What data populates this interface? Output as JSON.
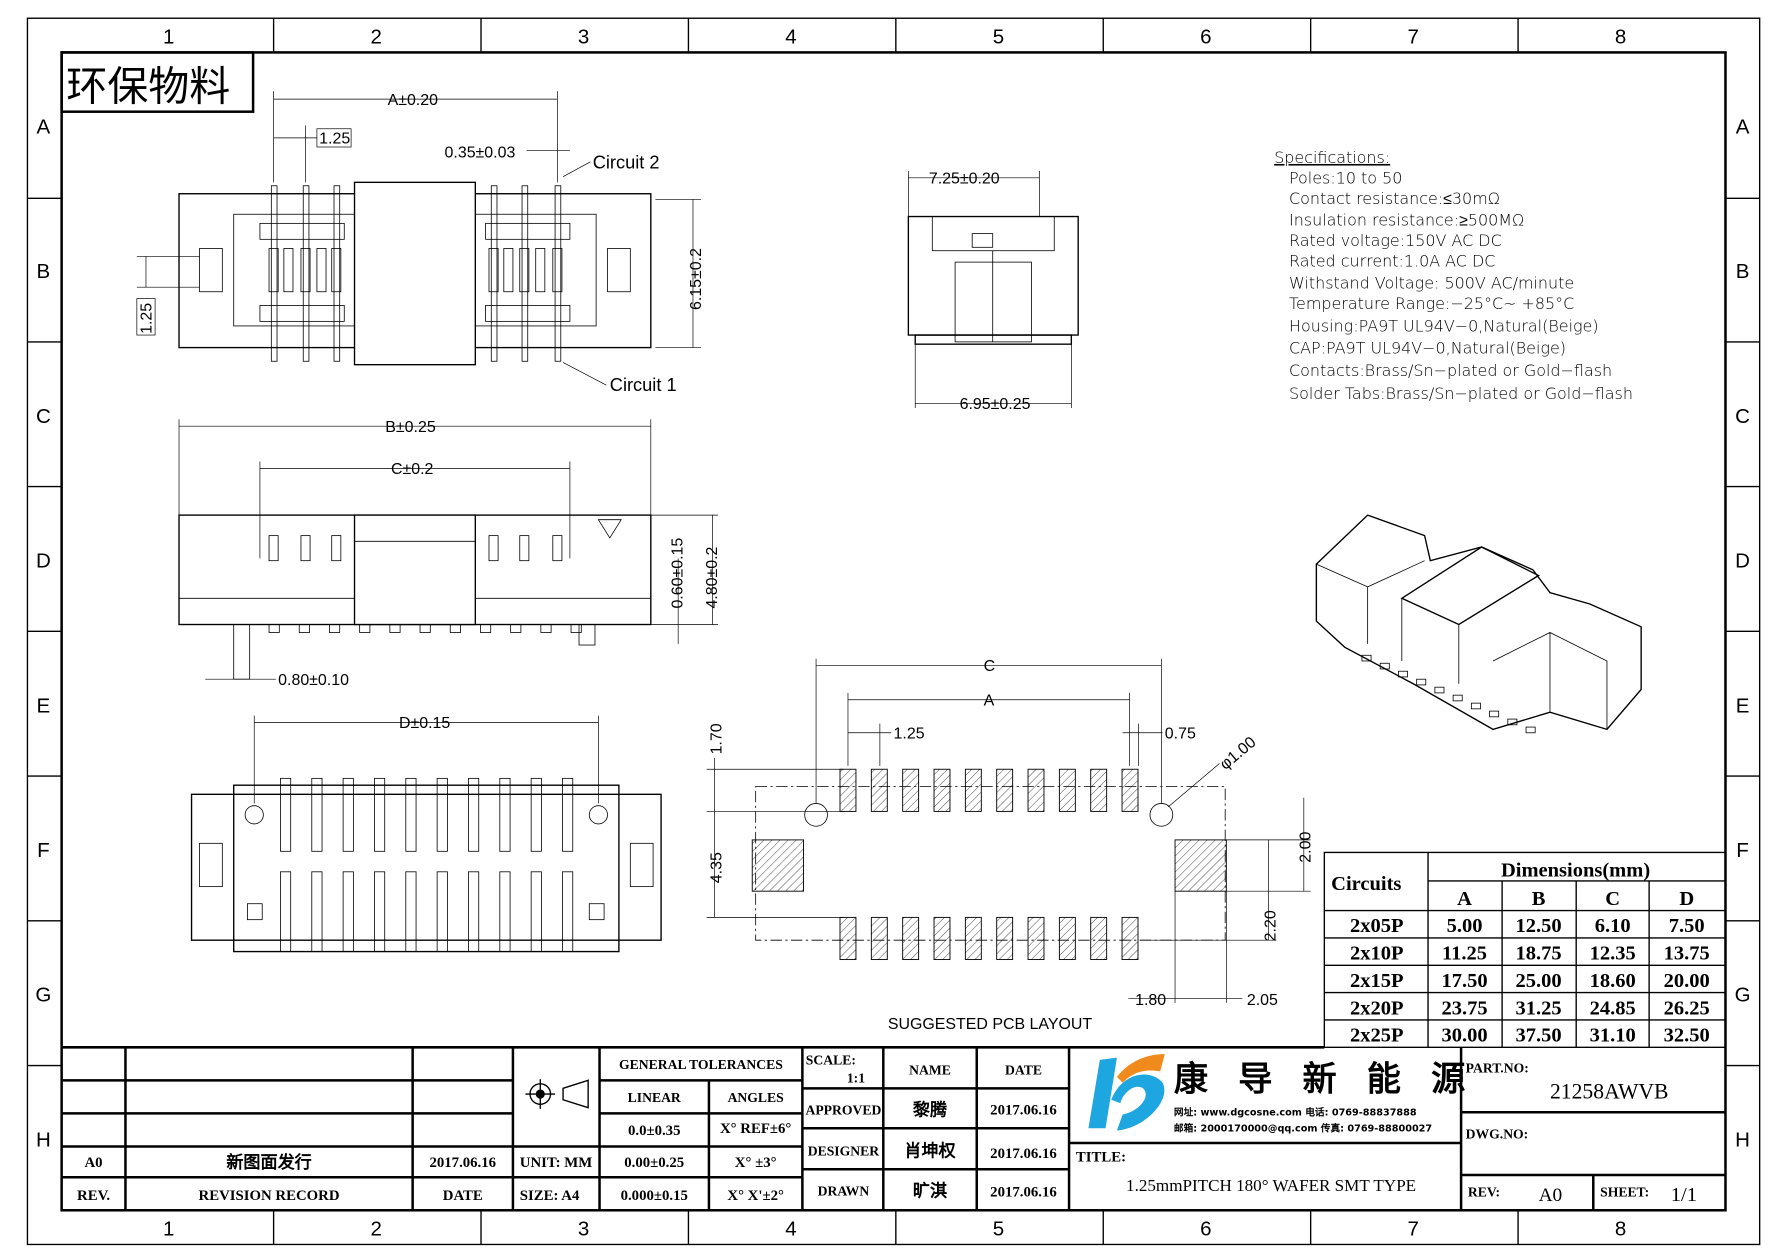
{
  "stamp": "环保物料",
  "grid": {
    "columns": [
      "1",
      "2",
      "3",
      "4",
      "5",
      "6",
      "7",
      "8"
    ],
    "rows": [
      "A",
      "B",
      "C",
      "D",
      "E",
      "F",
      "G",
      "H"
    ]
  },
  "dimensions": {
    "a_tol": "A±0.20",
    "pitch_top": "1.25",
    "pin_width": "0.35±0.03",
    "circuit2": "Circuit  2",
    "circuit1": "Circuit  1",
    "height_top": "6.15±0.2",
    "pitch_left": "1.25",
    "side_width_top": "7.25±0.20",
    "side_width_bottom": "6.95±0.25",
    "b_tol": "B±0.25",
    "c_tol": "C±0.2",
    "pin_height": "0.60±0.15",
    "total_height": "4.80±0.2",
    "foot": "0.80±0.10",
    "d_tol": "D±0.15"
  },
  "pcb": {
    "c": "C",
    "a": "A",
    "pitch": "1.25",
    "pad_width": "0.75",
    "hole": "φ1.00",
    "pad_len": "1.70",
    "span": "4.35",
    "tab_h": "2.00",
    "tab_off": "2.20",
    "tab_x": "1.80",
    "tab_w": "2.05",
    "caption": "SUGGESTED PCB LAYOUT"
  },
  "specifications": {
    "title": "Specifications:",
    "lines": [
      "Poles:10  to  50",
      "Contact  resistance:≤30mΩ",
      "Insulation  resistance:≥500MΩ",
      "Rated  voltage:150V  AC  DC",
      "Rated  current:1.0A  AC  DC",
      "Withstand  Voltage: 500V  AC/minute",
      "Temperature  Range:−25°C~  +85°C",
      "Housing:PA9T  UL94V−0,Natural(Beige)",
      "CAP:PA9T  UL94V−0,Natural(Beige)",
      "Contacts:Brass/Sn−plated  or  Gold−flash",
      "Solder  Tabs:Brass/Sn−plated  or  Gold−flash"
    ]
  },
  "dim_table": {
    "circuits_header": "Circuits",
    "group_header": "Dimensions(mm)",
    "columns": [
      "A",
      "B",
      "C",
      "D"
    ],
    "rows": [
      {
        "circuits": "2x05P",
        "values": [
          "5.00",
          "12.50",
          "6.10",
          "7.50"
        ]
      },
      {
        "circuits": "2x10P",
        "values": [
          "11.25",
          "18.75",
          "12.35",
          "13.75"
        ]
      },
      {
        "circuits": "2x15P",
        "values": [
          "17.50",
          "25.00",
          "18.60",
          "20.00"
        ]
      },
      {
        "circuits": "2x20P",
        "values": [
          "23.75",
          "31.25",
          "24.85",
          "26.25"
        ]
      },
      {
        "circuits": "2x25P",
        "values": [
          "30.00",
          "37.50",
          "31.10",
          "32.50"
        ]
      }
    ]
  },
  "title_block": {
    "revision": {
      "rev": "A0",
      "record": "新图面发行",
      "date": "2017.06.16",
      "rev_header": "REV.",
      "record_header": "REVISION RECORD",
      "date_header": "DATE"
    },
    "unit": "UNIT: MM",
    "size": "SIZE: A4",
    "tolerances": {
      "header": "GENERAL TOLERANCES",
      "linear": "LINEAR",
      "angles": "ANGLES",
      "linear_values": [
        "0.0±0.35",
        "0.00±0.25",
        "0.000±0.15"
      ],
      "angle_values": [
        "X° REF±6°",
        "X° ±3°",
        "X° X'±2°"
      ]
    },
    "scale_label": "SCALE:",
    "scale_value": "1:1",
    "name_header": "NAME",
    "date_header": "DATE",
    "approved": {
      "label": "APPROVED",
      "name": "黎腾",
      "date": "2017.06.16"
    },
    "designer": {
      "label": "DESIGNER",
      "name": "肖坤权",
      "date": "2017.06.16"
    },
    "drawn": {
      "label": "DRAWN",
      "name": "旷淇",
      "date": "2017.06.16"
    },
    "company": "康 导 新 能 源",
    "contact1": "网址: www.dgcosne.com   电话: 0769-88837888",
    "contact2": "邮箱: 2000170000@qq.com  传真: 0769-88800027",
    "title_label": "TITLE:",
    "title": "1.25mmPITCH 180° WAFER SMT TYPE",
    "part_no_label": "PART.NO:",
    "part_no": "21258AWVB",
    "dwg_no_label": "DWG.NO:",
    "rev_label": "REV:",
    "rev": "A0",
    "sheet_label": "SHEET:",
    "sheet": "1/1",
    "colors": {
      "logo_blue": "#1ea6e0",
      "logo_orange": "#f08a1c"
    }
  }
}
